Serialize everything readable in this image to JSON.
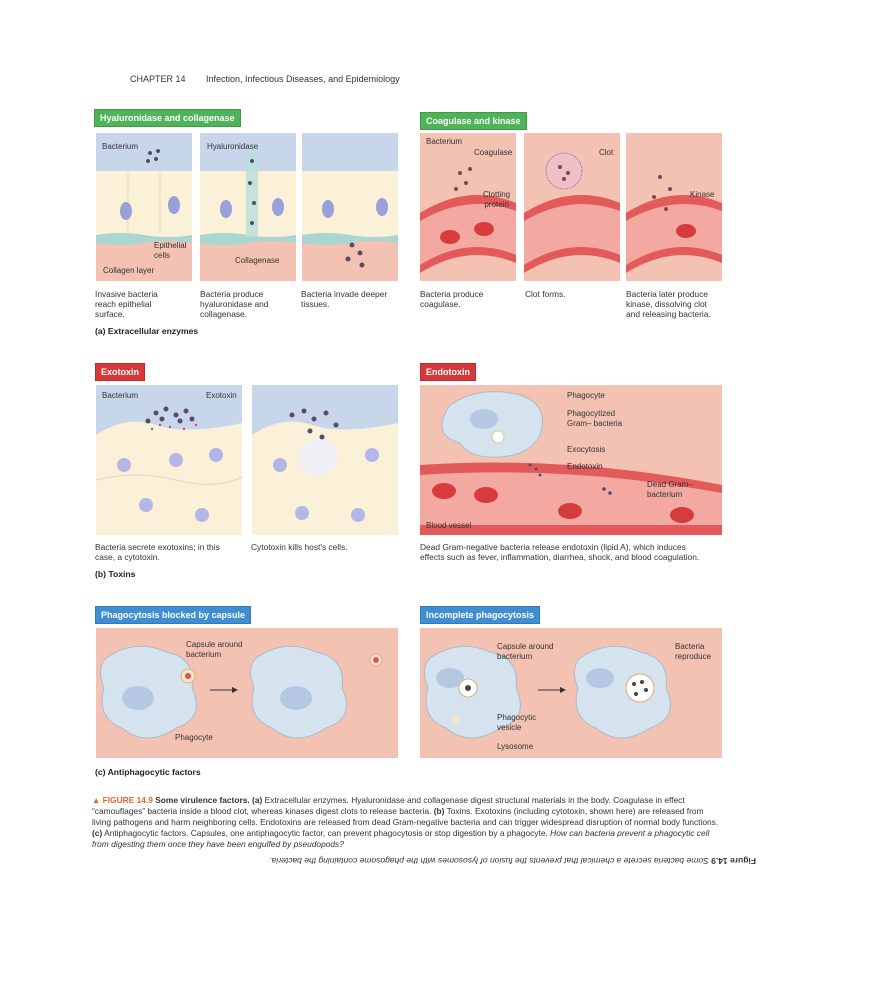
{
  "header": {
    "chapter": "CHAPTER 14",
    "title": "Infection, Infectious Diseases, and Epidemiology"
  },
  "sections": {
    "hyal": {
      "tag": "Hyaluronidase and collagenase",
      "labels": {
        "bacterium": "Bacterium",
        "hyaluronidase": "Hyaluronidase",
        "epithelial": "Epithelial\ncells",
        "collagenase": "Collagenase",
        "collagen_layer": "Collagen layer"
      },
      "captions": [
        "Invasive bacteria\nreach epithelial\nsurface.",
        "Bacteria produce\nhyaluronidase and\ncollagenase.",
        "Bacteria invade deeper\ntissues."
      ]
    },
    "coag": {
      "tag": "Coagulase and kinase",
      "labels": {
        "bacterium": "Bacterium",
        "coagulase": "Coagulase",
        "clotting": "Clotting\nprotein",
        "clot": "Clot",
        "kinase": "Kinase"
      },
      "captions": [
        "Bacteria produce\ncoagulase.",
        "Clot forms.",
        "Bacteria later produce\nkinase, dissolving clot\nand releasing bacteria."
      ]
    },
    "extracellular_label": "(a) Extracellular enzymes",
    "exo": {
      "tag": "Exotoxin",
      "labels": {
        "bacterium": "Bacterium",
        "exotoxin": "Exotoxin"
      },
      "captions": [
        "Bacteria secrete exotoxins; in this\ncase, a cytotoxin.",
        "Cytotoxin kills host's cells."
      ]
    },
    "toxins_label": "(b) Toxins",
    "endo": {
      "tag": "Endotoxin",
      "labels": {
        "phagocyte": "Phagocyte",
        "phagocytized": "Phagocytized\nGram– bacteria",
        "exocytosis": "Exocytosis",
        "endotoxin": "Endotoxin",
        "dead": "Dead Gram–\nbacterium",
        "vessel": "Blood vessel"
      },
      "caption": "Dead Gram-negative bacteria release endotoxin (lipid A), which induces\neffects such as fever, inflammation, diarrhea, shock, and blood coagulation."
    },
    "phago": {
      "tag": "Phagocytosis blocked by capsule",
      "labels": {
        "capsule": "Capsule around\nbacterium",
        "phagocyte": "Phagocyte"
      }
    },
    "incomplete": {
      "tag": "Incomplete phagocytosis",
      "labels": {
        "capsule": "Capsule around\nbacterium",
        "reproduce": "Bacteria\nreproduce",
        "vesicle": "Phagocytic\nvesicle",
        "lysosome": "Lysosome"
      }
    },
    "antiphago_label": "(c) Antiphagocytic factors"
  },
  "figure": {
    "number": "▲ FIGURE 14.9",
    "title": "Some virulence factors.",
    "a": "(a)",
    "a_text": "Extracellular enzymes. Hyaluronidase and collagenase digest structural materials in the body. Coagulase in effect “camouflages” bacteria inside a blood clot, whereas kinases digest clots to release bacteria.",
    "b": "(b)",
    "b_text": "Toxins. Exotoxins (including cytotoxin, shown here) are released from living pathogens and harm neighboring cells. Endotoxins are released from dead Gram-negative bacteria and can trigger widespread disruption of normal body functions.",
    "c": "(c)",
    "c_text": "Antiphagocytic factors. Capsules, one antiphagocytic factor, can prevent phagocytosis or stop digestion by a phagocyte.",
    "question": "How can bacteria prevent a phagocytic cell from digesting them once they have been engulfed by pseudopods?"
  },
  "answer": {
    "label": "Figure 14.9",
    "text": "Some bacteria secrete a chemical that prevents the fusion of lysosomes with the phagosome containing the bacteria."
  },
  "colors": {
    "green": "#4fb35a",
    "red": "#d6373b",
    "blue": "#3f8ed3",
    "orange": "#e0672a"
  }
}
